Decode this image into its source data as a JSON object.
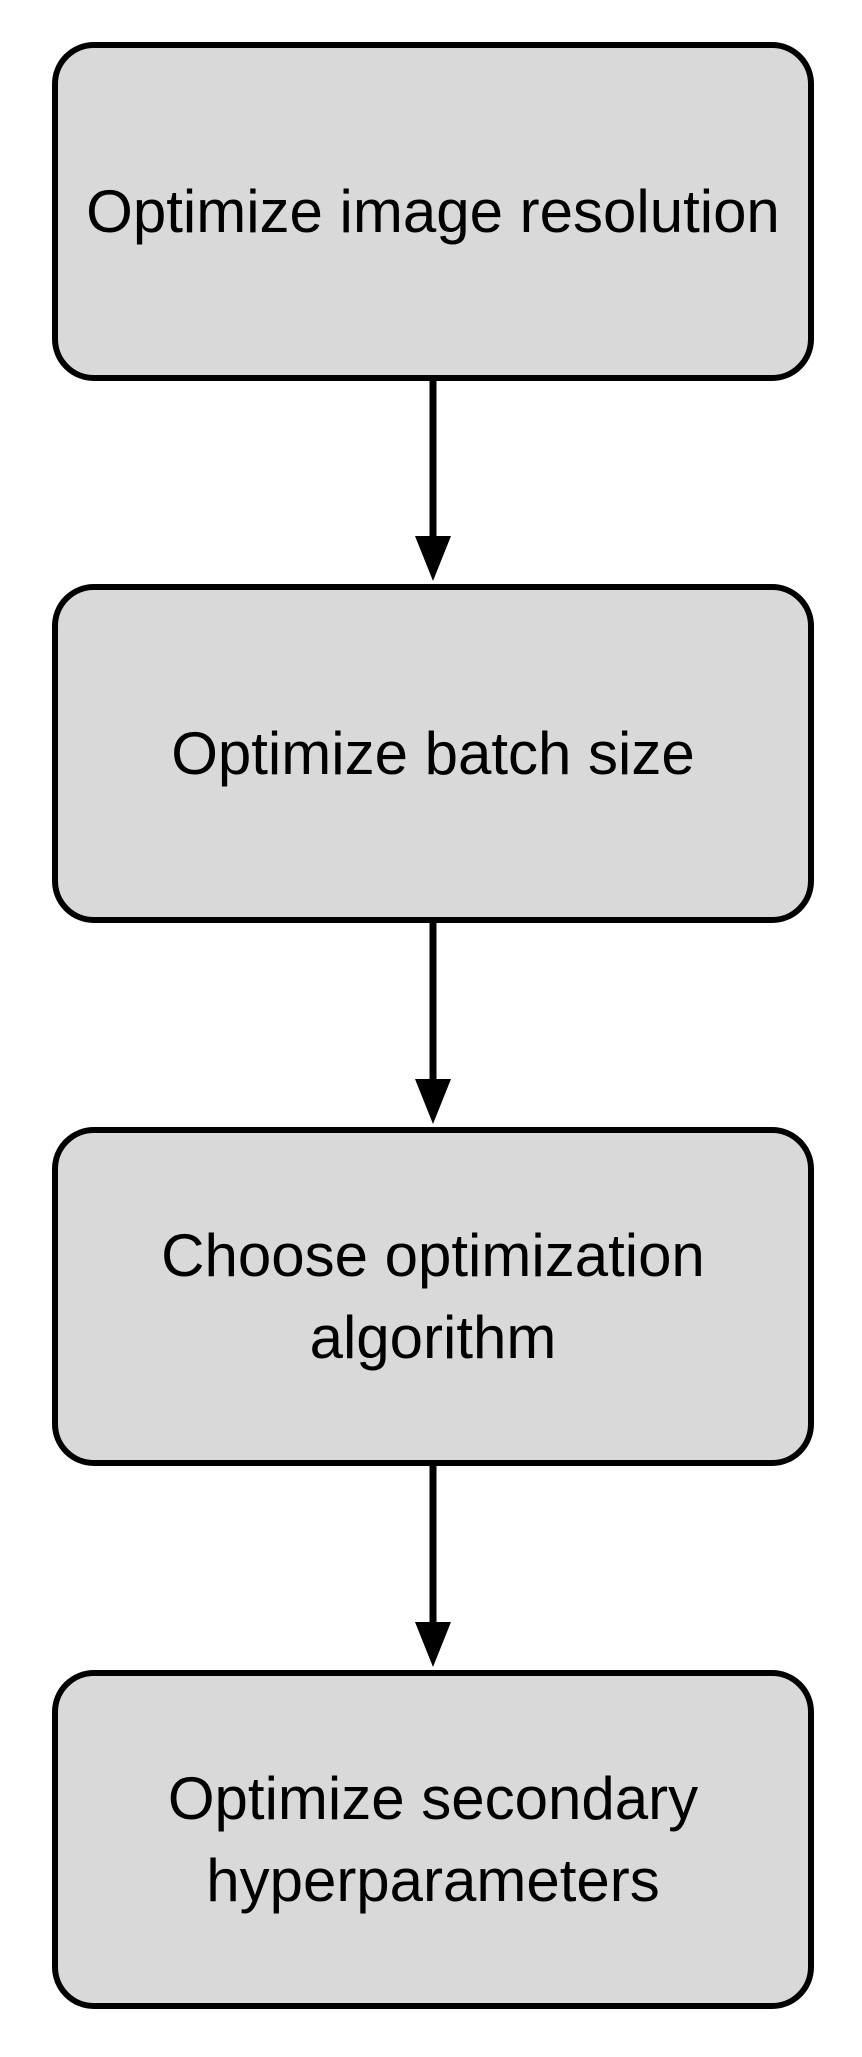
{
  "steps": [
    {
      "label": "Optimize image resolution"
    },
    {
      "label": "Optimize batch size"
    },
    {
      "label": "Choose optimization algorithm"
    },
    {
      "label": "Optimize secondary hyperparameters"
    }
  ],
  "colors": {
    "box_fill": "#d9d9d9",
    "stroke": "#000000",
    "text": "#000000"
  }
}
